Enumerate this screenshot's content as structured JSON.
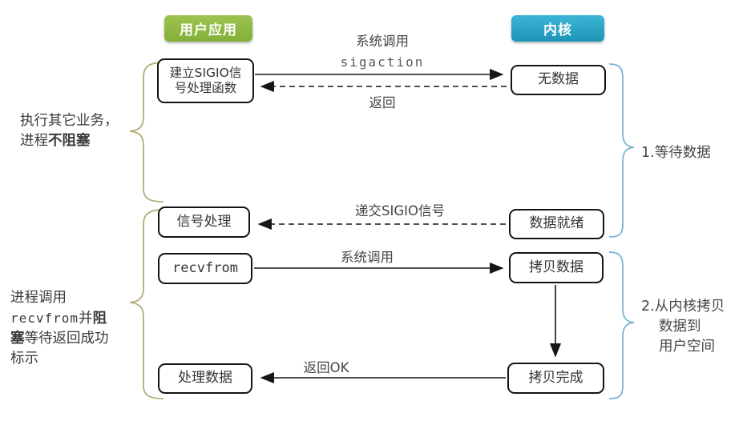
{
  "headers": {
    "user_app": "用户应用",
    "kernel": "内核"
  },
  "user_boxes": {
    "setup_sigio": {
      "line1": "建立SIGIO信",
      "line2": "号处理函数"
    },
    "signal_handler": "信号处理",
    "recvfrom": "recvfrom",
    "process_data": "处理数据"
  },
  "kernel_boxes": {
    "no_data": "无数据",
    "data_ready": "数据就绪",
    "copy_data": "拷贝数据",
    "copy_done": "拷贝完成"
  },
  "arrow_labels": {
    "syscall_top": "系统调用",
    "sigaction": "sigaction",
    "return_label": "返回",
    "deliver_sigio": "递交SIGIO信号",
    "syscall_recvfrom": "系统调用",
    "return_ok": "返回OK"
  },
  "notes": {
    "left1": {
      "line1": "执行其它业务，",
      "line2_normal": "进程",
      "line2_bold": "不阻塞"
    },
    "left2": {
      "line1": "进程调用",
      "line2_code": "recvfrom",
      "line2_mid": "并",
      "line2_bold": "阻",
      "line3_bold": "塞",
      "line3_rest": "等待返回成功",
      "line4": "标示"
    },
    "right1": "1.等待数据",
    "right2": {
      "line1": "2.从内核拷贝",
      "line2": "数据到",
      "line3": "用户空间"
    }
  },
  "colors": {
    "user_app_bg": "#8cba41",
    "kernel_bg": "#2aa9cb",
    "left_brace": "#b2ae74",
    "right_brace": "#79b3d3",
    "arrow": "#161616",
    "box_border": "#141414"
  }
}
